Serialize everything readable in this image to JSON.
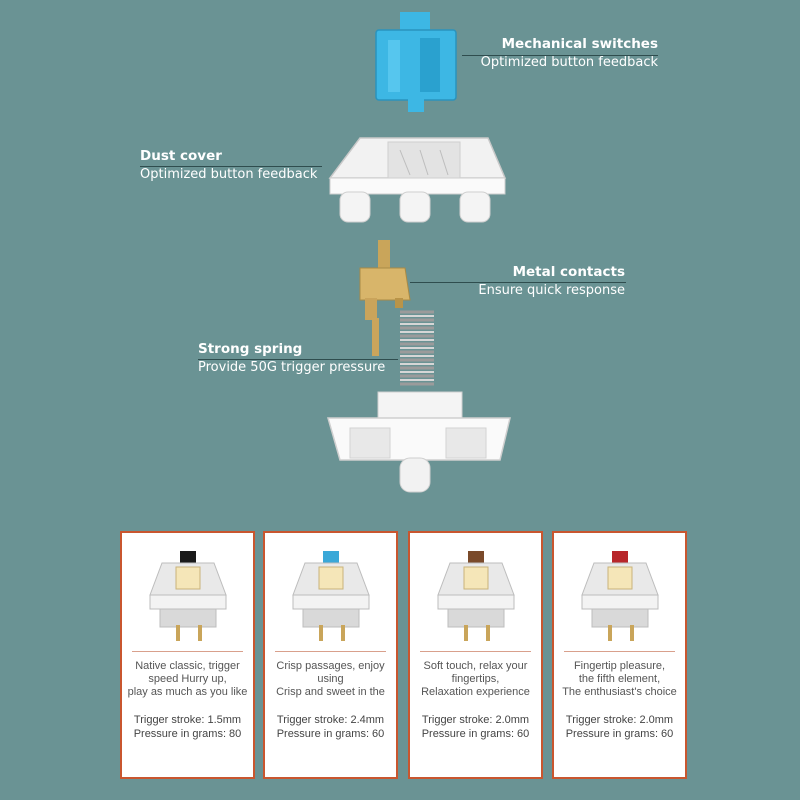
{
  "callouts": {
    "mechanical": {
      "title": "Mechanical switches",
      "subtitle": "Optimized button feedback"
    },
    "dust": {
      "title": "Dust cover",
      "subtitle": "Optimized button feedback"
    },
    "metal": {
      "title": "Metal contacts",
      "subtitle": "Ensure quick response"
    },
    "spring": {
      "title": "Strong spring",
      "subtitle": "Provide 50G trigger pressure"
    }
  },
  "colors": {
    "background": "#6a9394",
    "stem_blue": "#3db7e4",
    "card_border": "#c9562f",
    "switch_black": "#1a1a1a",
    "switch_blue": "#3aa8d8",
    "switch_brown": "#7a4a2a",
    "switch_red": "#b8262a"
  },
  "switches": [
    {
      "name": "black-switch",
      "stem_color": "#1a1a1a",
      "desc": [
        "Native classic, trigger",
        "speed Hurry up,",
        "play as much as you like"
      ],
      "stroke": "Trigger stroke: 1.5mm",
      "pressure": "Pressure in grams: 80"
    },
    {
      "name": "blue-switch",
      "stem_color": "#3aa8d8",
      "desc": [
        "Crisp passages, enjoy",
        "using",
        "Crisp and sweet in the"
      ],
      "stroke": "Trigger stroke: 2.4mm",
      "pressure": "Pressure in grams: 60"
    },
    {
      "name": "brown-switch",
      "stem_color": "#7a4a2a",
      "desc": [
        "Soft touch, relax your",
        "fingertips,",
        "Relaxation experience"
      ],
      "stroke": "Trigger stroke: 2.0mm",
      "pressure": "Pressure in grams: 60"
    },
    {
      "name": "red-switch",
      "stem_color": "#b8262a",
      "desc": [
        "Fingertip pleasure,",
        "the fifth element,",
        "The enthusiast's choice"
      ],
      "stroke": "Trigger stroke: 2.0mm",
      "pressure": "Pressure in grams: 60"
    }
  ]
}
